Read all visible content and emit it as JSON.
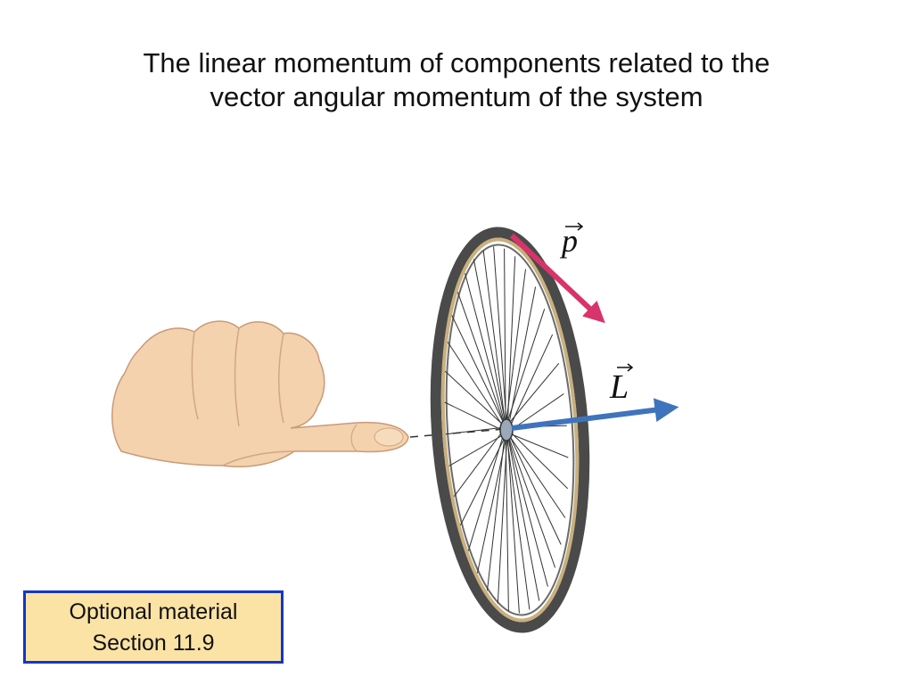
{
  "title": {
    "line1": "The linear momentum of components related to the",
    "line2": "vector angular momentum of the system"
  },
  "figure": {
    "labels": {
      "momentum": "p",
      "angular_momentum": "L"
    },
    "icons": [
      "hand-thumb-icon",
      "bicycle-wheel-icon"
    ],
    "colors": {
      "momentum_arrow": "#d8336b",
      "angular_momentum_arrow": "#3f74bd",
      "tire": "#4a4a4a",
      "rim": "#c8b07e",
      "skin": "#f3d2ad"
    }
  },
  "note": {
    "line1": "Optional material",
    "line2": "Section 11.9"
  }
}
